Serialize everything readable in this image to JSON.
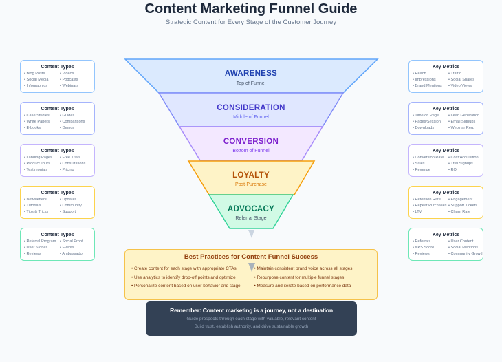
{
  "header": {
    "title": "Content Marketing Funnel Guide",
    "subtitle": "Strategic Content for Every Stage of the Customer Journey"
  },
  "colors": {
    "awareness": {
      "fill": "#dbeafe",
      "stroke": "#60a5fa",
      "text": "#1e40af",
      "sub": "#475569"
    },
    "consideration": {
      "fill": "#e0e7ff",
      "stroke": "#818cf8",
      "text": "#4338ca",
      "sub": "#6366f1"
    },
    "conversion": {
      "fill": "#f3e8ff",
      "stroke": "#a78bfa",
      "text": "#7e22ce",
      "sub": "#7c3aed"
    },
    "loyalty": {
      "fill": "#fef3c7",
      "stroke": "#f59e0b",
      "text": "#b45309",
      "sub": "#d97706"
    },
    "advocacy": {
      "fill": "#d1fae5",
      "stroke": "#34d399",
      "text": "#047857",
      "sub": "#475569"
    }
  },
  "funnel": {
    "stages": [
      {
        "name": "AWARENESS",
        "sub": "Top of Funnel"
      },
      {
        "name": "CONSIDERATION",
        "sub": "Middle of Funnel"
      },
      {
        "name": "CONVERSION",
        "sub": "Bottom of Funnel"
      },
      {
        "name": "LOYALTY",
        "sub": "Post-Purchase"
      },
      {
        "name": "ADVOCACY",
        "sub": "Referral Stage"
      }
    ]
  },
  "content_types": [
    {
      "title": "Content Types",
      "items": [
        "Blog Posts",
        "Videos",
        "Social Media",
        "Podcasts",
        "Infographics",
        "Webinars"
      ]
    },
    {
      "title": "Content Types",
      "items": [
        "Case Studies",
        "Guides",
        "White Papers",
        "Comparisons",
        "E-books",
        "Demos"
      ]
    },
    {
      "title": "Content Types",
      "items": [
        "Landing Pages",
        "Free Trials",
        "Product Tours",
        "Consultations",
        "Testimonials",
        "Pricing"
      ]
    },
    {
      "title": "Content Types",
      "items": [
        "Newsletters",
        "Updates",
        "Tutorials",
        "Community",
        "Tips & Tricks",
        "Support"
      ]
    },
    {
      "title": "Content Types",
      "items": [
        "Referral Program",
        "Social Proof",
        "User Stories",
        "Events",
        "Reviews",
        "Ambassador"
      ]
    }
  ],
  "key_metrics": [
    {
      "title": "Key Metrics",
      "items": [
        "Reach",
        "Traffic",
        "Impressions",
        "Social Shares",
        "Brand Mentions",
        "Video Views"
      ]
    },
    {
      "title": "Key Metrics",
      "items": [
        "Time on Page",
        "Lead Generation",
        "Pages/Session",
        "Email Signups",
        "Downloads",
        "Webinar Reg."
      ]
    },
    {
      "title": "Key Metrics",
      "items": [
        "Conversion Rate",
        "Cost/Acquisition",
        "Sales",
        "Trial Signups",
        "Revenue",
        "ROI"
      ]
    },
    {
      "title": "Key Metrics",
      "items": [
        "Retention Rate",
        "Engagement",
        "Repeat Purchases",
        "Support Tickets",
        "LTV",
        "Churn Rate"
      ]
    },
    {
      "title": "Key Metrics",
      "items": [
        "Referrals",
        "User Content",
        "NPS Score",
        "Social Mentions",
        "Reviews",
        "Community Growth"
      ]
    }
  ],
  "best_practices": {
    "title": "Best Practices for Content Funnel Success",
    "left": [
      "Create content for each stage with appropriate CTAs",
      "Use analytics to identify drop-off points and optimize",
      "Personalize content based on user behavior and stage"
    ],
    "right": [
      "Maintain consistent brand voice across all stages",
      "Repurpose content for multiple funnel stages",
      "Measure and iterate based on performance data"
    ]
  },
  "reminder": {
    "title": "Remember: Content marketing is a journey, not a destination",
    "line1": "Guide prospects through each stage with valuable, relevant content",
    "line2": "Build trust, establish authority, and drive sustainable growth"
  }
}
